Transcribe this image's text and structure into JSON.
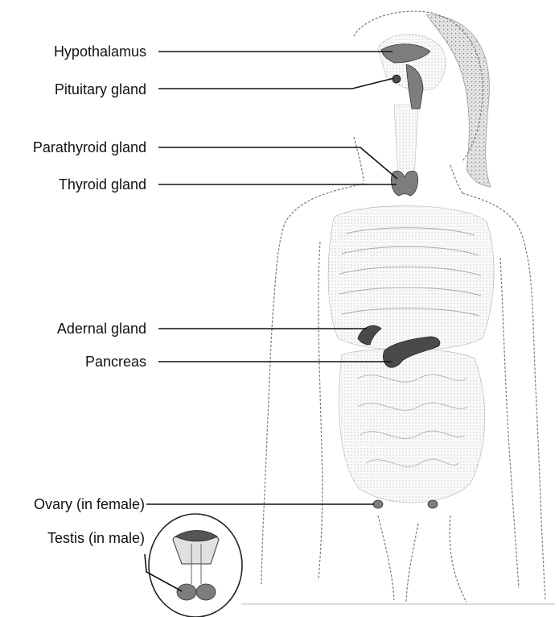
{
  "labels": {
    "hypothalamus": "Hypothalamus",
    "pituitary": "Pituitary gland",
    "parathyroid": "Parathyroid gland",
    "thyroid": "Thyroid gland",
    "adrenal": "Adernal gland",
    "pancreas": "Pancreas",
    "ovary": "Ovary (in female)",
    "testis": "Testis (in male)"
  },
  "colors": {
    "ink": "#111111",
    "gland": "#4a4a4a",
    "tissue": "#d6d6d6"
  }
}
